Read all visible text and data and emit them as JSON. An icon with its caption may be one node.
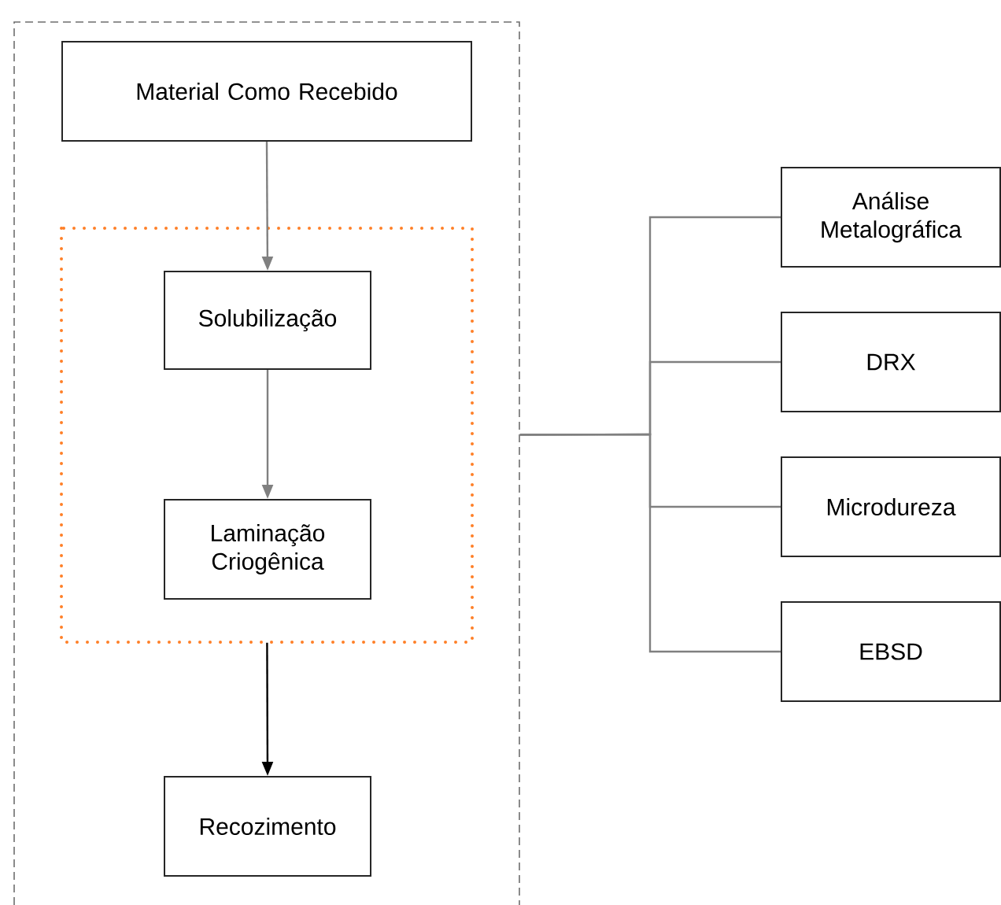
{
  "diagram": {
    "nodes": [
      {
        "text": [],
        "shape": "box"
      },
      {
        "text": [
          "Material Como Recebido"
        ],
        "in": 0
      },
      {
        "text": [],
        "shape": "box",
        "in": 0
      },
      {
        "text": [
          "Solubilização"
        ],
        "in": 2
      },
      {
        "text": [
          "Laminação Criogênica"
        ],
        "in": 2
      },
      {
        "text": [
          "Recozimento"
        ],
        "in": 0
      },
      {
        "text": [
          "Análise Metalográfica"
        ]
      },
      {
        "text": [
          "DRX"
        ]
      },
      {
        "text": [
          "Microdureza"
        ]
      },
      {
        "text": [
          "EBSD"
        ]
      }
    ],
    "edges": [
      {
        "from": 1,
        "to": 3,
        "arrow": "to"
      },
      {
        "from": 3,
        "to": 4,
        "arrow": "to"
      },
      {
        "from": 2,
        "to": 5,
        "arrow": "to",
        "color": "#000000"
      },
      {
        "from": 0,
        "to": 6,
        "arrow": "none"
      },
      {
        "from": 0,
        "to": 7,
        "arrow": "none"
      },
      {
        "from": 0,
        "to": 8,
        "arrow": "none"
      },
      {
        "from": 0,
        "to": 9,
        "arrow": "none"
      }
    ]
  }
}
